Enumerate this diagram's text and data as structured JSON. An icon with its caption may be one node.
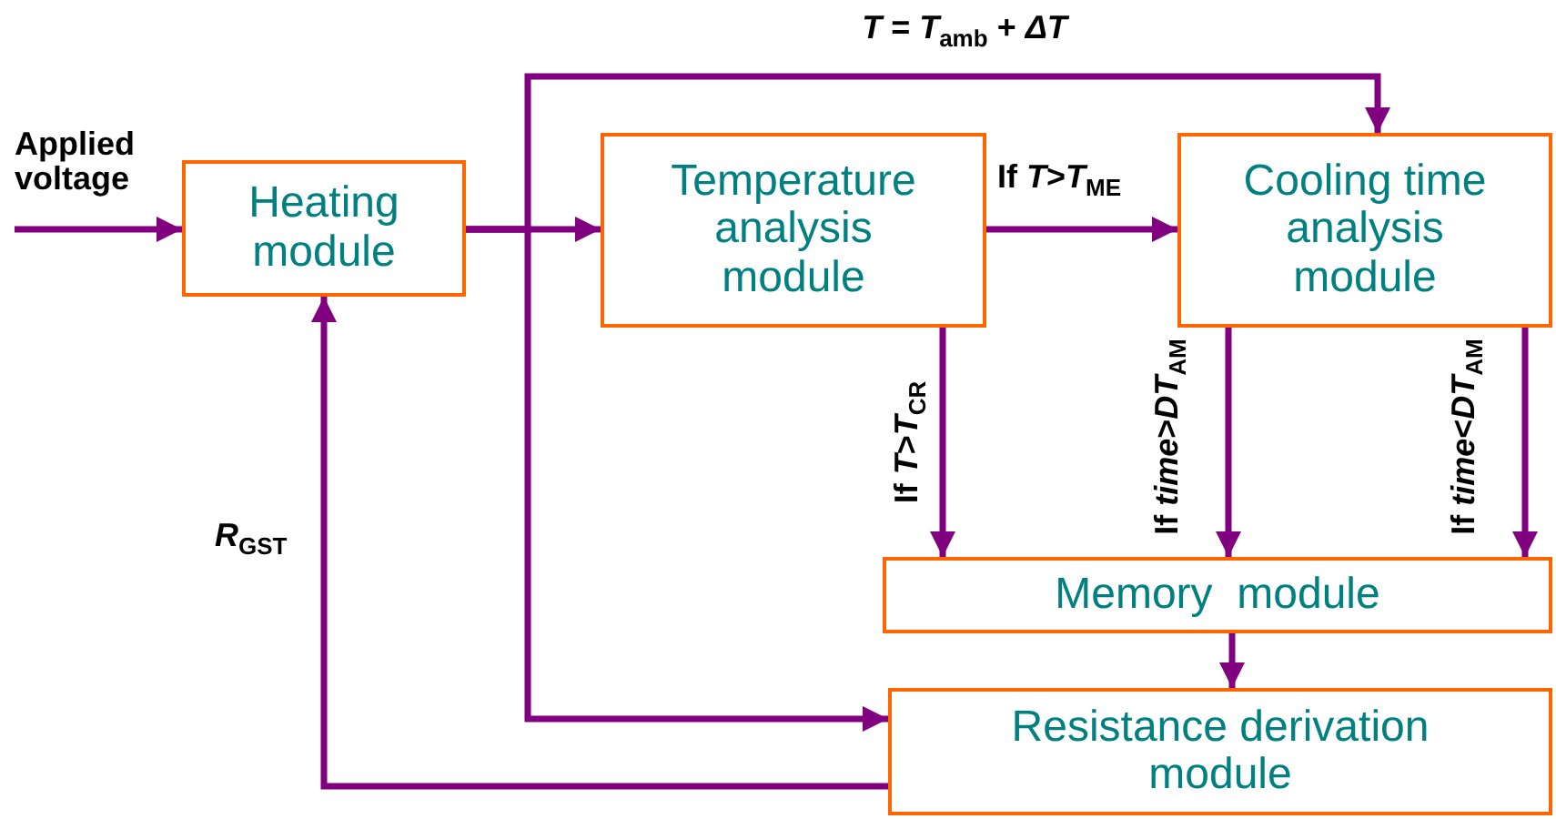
{
  "diagram": {
    "nodes": [
      {
        "text": [
          "Heating module"
        ]
      },
      {
        "text": [
          "Temperature analysis module"
        ]
      },
      {
        "text": [
          "Cooling time analysis module"
        ]
      },
      {
        "text": [
          "Memory  module"
        ]
      },
      {
        "text": [
          "Resistance derivation module"
        ]
      }
    ],
    "edges": [
      {
        "from": null,
        "to": 0,
        "arrow": "to",
        "label": "Applied voltage"
      },
      {
        "from": 0,
        "to": 1,
        "arrow": "to"
      },
      {
        "from": 0,
        "to": 2,
        "arrow": "to",
        "label": "*T* = *T*$_{amb}$ + *ΔT*"
      },
      {
        "from": 0,
        "to": 4,
        "arrow": "to"
      },
      {
        "from": 1,
        "to": 2,
        "arrow": "to",
        "label": "If *T*>*T*$_{ME}$"
      },
      {
        "from": 1,
        "to": 3,
        "arrow": "to",
        "label": "If *T*>*T*$_{CR}$"
      },
      {
        "from": 2,
        "to": 3,
        "arrow": "to",
        "label": "If *time*>*DT*$_{AM}$"
      },
      {
        "from": 2,
        "to": 3,
        "arrow": "to",
        "label": "If *time*<*DT*$_{AM}$"
      },
      {
        "from": 3,
        "to": 4,
        "arrow": "to"
      },
      {
        "from": 4,
        "to": 0,
        "arrow": "to",
        "label": "*R*$_{GST}$"
      }
    ]
  }
}
